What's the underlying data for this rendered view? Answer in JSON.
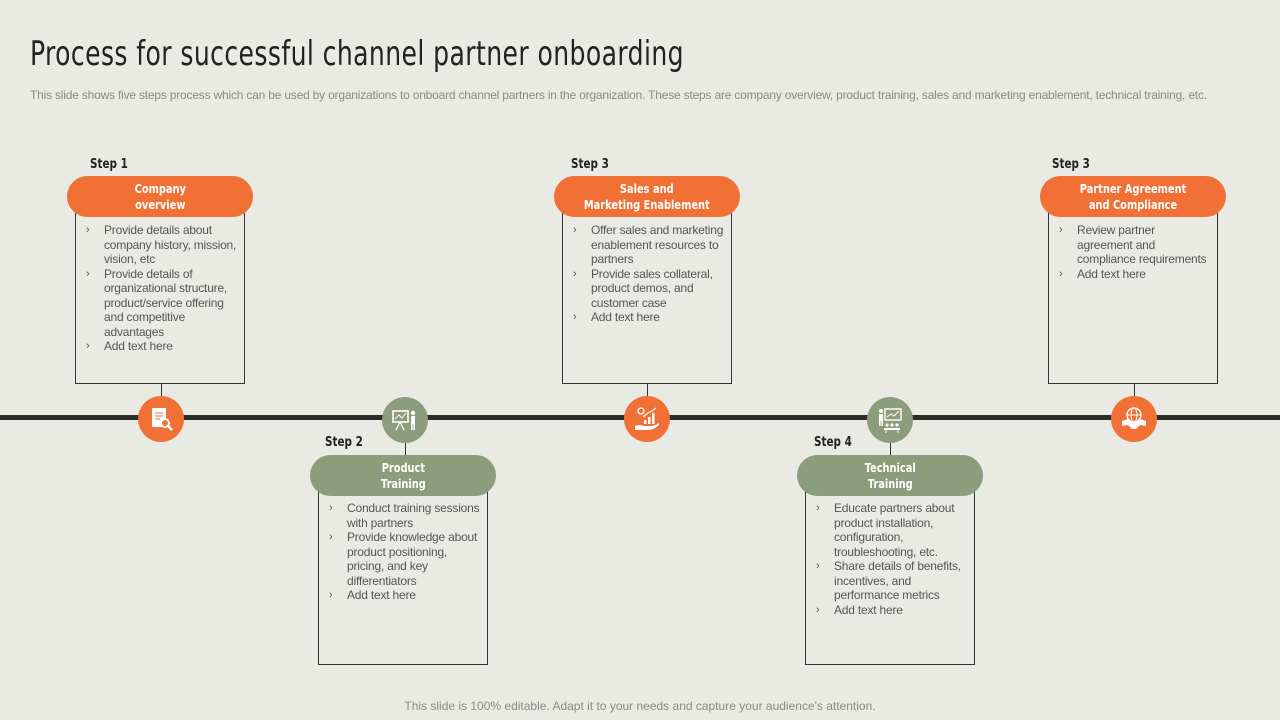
{
  "title": "Process for successful channel partner onboarding",
  "subtitle": "This slide shows five steps process which can be used by organizations to onboard channel partners in the organization. These steps are company overview, product training, sales and marketing enablement, technical training, etc.",
  "colors": {
    "orange": "#f07035",
    "green": "#8c9d7b",
    "timeline": "#2b2f2a",
    "background": "#e9eae4"
  },
  "steps": [
    {
      "step_label": "Step 1",
      "heading": "Company\noverview",
      "icon": "document-search-icon",
      "color": "orange",
      "bullets": [
        "Provide details about company history, mission, vision, etc",
        "Provide details of organizational structure, product/service offering and competitive advantages",
        "Add text here"
      ]
    },
    {
      "step_label": "Step 2",
      "heading": "Product\nTraining",
      "icon": "presentation-icon",
      "color": "green",
      "bullets": [
        "Conduct training sessions with partners",
        "Provide knowledge about product positioning, pricing, and key differentiators",
        "Add text here"
      ]
    },
    {
      "step_label": "Step 3",
      "heading": "Sales and\nMarketing Enablement",
      "icon": "hand-growth-chart-icon",
      "color": "orange",
      "bullets": [
        "Offer sales and marketing enablement resources to partners",
        "Provide sales collateral, product demos, and customer case",
        "Add text here"
      ]
    },
    {
      "step_label": "Step 4",
      "heading": "Technical\nTraining",
      "icon": "classroom-training-icon",
      "color": "green",
      "bullets": [
        "Educate partners about product installation, configuration, troubleshooting, etc.",
        "Share details of benefits, incentives, and performance metrics",
        "Add text here"
      ]
    },
    {
      "step_label": "Step 3",
      "heading": "Partner Agreement\nand Compliance",
      "icon": "globe-handshake-icon",
      "color": "orange",
      "bullets": [
        "Review partner agreement and compliance requirements",
        "Add text here"
      ]
    }
  ],
  "bullet_glyph": "›",
  "footer": "This slide is 100% editable. Adapt it to your needs and capture your audience's attention."
}
